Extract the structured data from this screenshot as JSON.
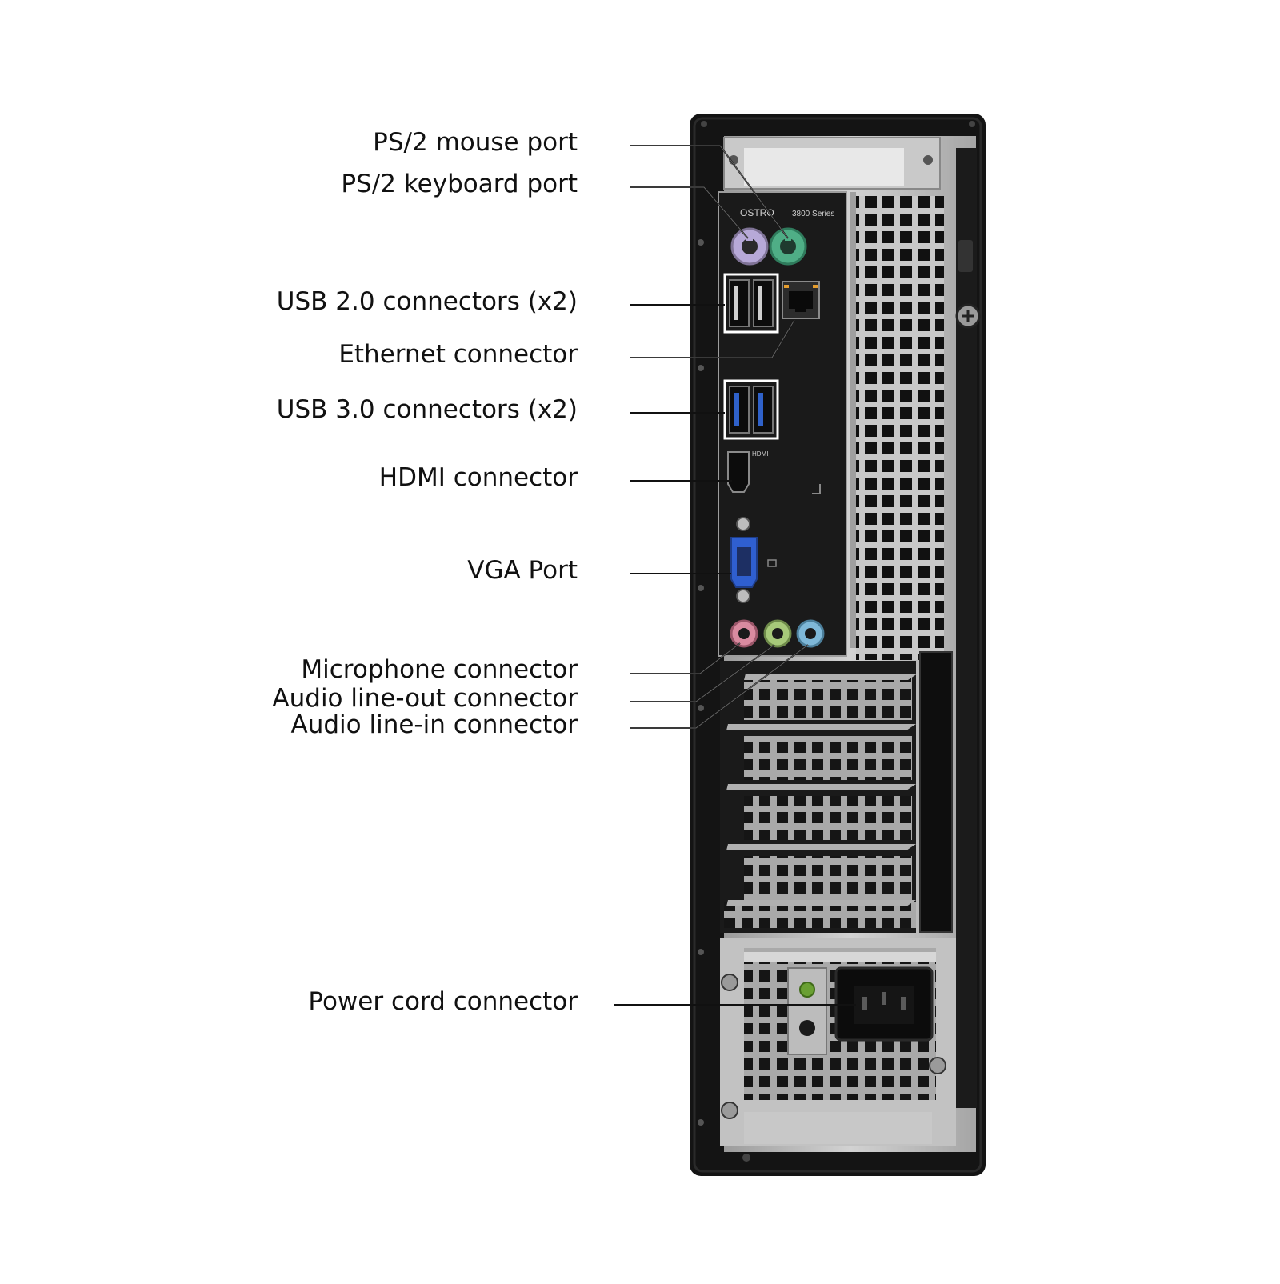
{
  "case_print": {
    "model": "OSTRO",
    "series": "3800 Series",
    "hdmi_mark": "HDMI"
  },
  "callouts": [
    {
      "id": "ps2-mouse",
      "label": "PS/2 mouse port"
    },
    {
      "id": "ps2-keyboard",
      "label": "PS/2 keyboard port"
    },
    {
      "id": "usb2",
      "label": "USB 2.0 connectors (x2)"
    },
    {
      "id": "ethernet",
      "label": "Ethernet connector"
    },
    {
      "id": "usb3",
      "label": "USB 3.0 connectors (x2)"
    },
    {
      "id": "hdmi",
      "label": "HDMI connector"
    },
    {
      "id": "vga",
      "label": "VGA  Port"
    },
    {
      "id": "microphone",
      "label": "Microphone connector"
    },
    {
      "id": "line-out",
      "label": "Audio line-out connector"
    },
    {
      "id": "line-in",
      "label": "Audio line-in connector"
    },
    {
      "id": "power",
      "label": "Power cord connector"
    }
  ],
  "colors": {
    "case_black": "#141414",
    "panel_silver": "#b9b9b9",
    "ps2_mouse": "#4fae86",
    "ps2_keyboard": "#b7a9d8",
    "usb3_blue": "#2f61c9",
    "vga_blue": "#2f5fd0",
    "mic_pink": "#d98ba0",
    "line_out_green": "#a7c97a",
    "line_in_blue": "#7fb8d8"
  }
}
